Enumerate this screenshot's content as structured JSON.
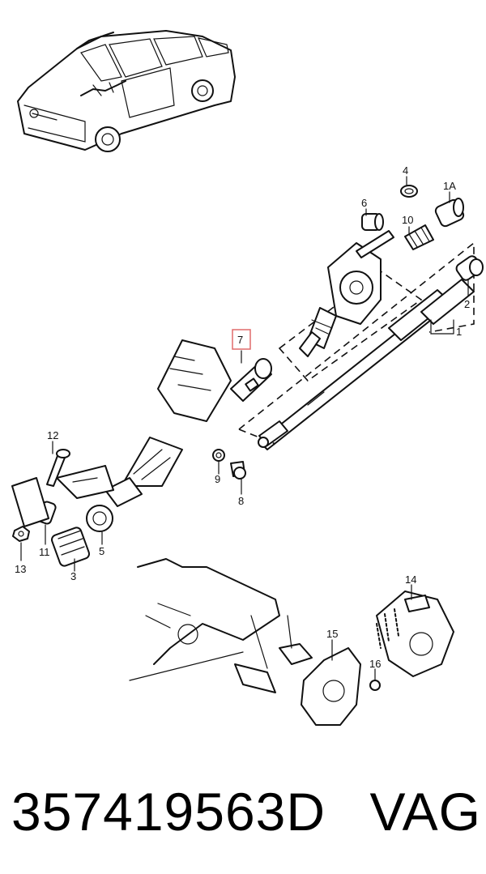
{
  "callouts": {
    "c1": "1",
    "c1A": "1A",
    "c2": "2",
    "c3": "3",
    "c4": "4",
    "c5": "5",
    "c6": "6",
    "c7": "7",
    "c8": "8",
    "c9": "9",
    "c10": "10",
    "c11": "11",
    "c12": "12",
    "c13": "13",
    "c14": "14",
    "c15": "15",
    "c16": "16"
  },
  "highlight_callout": "7",
  "highlight_color": "#e06b6b",
  "caption": {
    "part_number": "357419563D",
    "brand": "VAG"
  }
}
